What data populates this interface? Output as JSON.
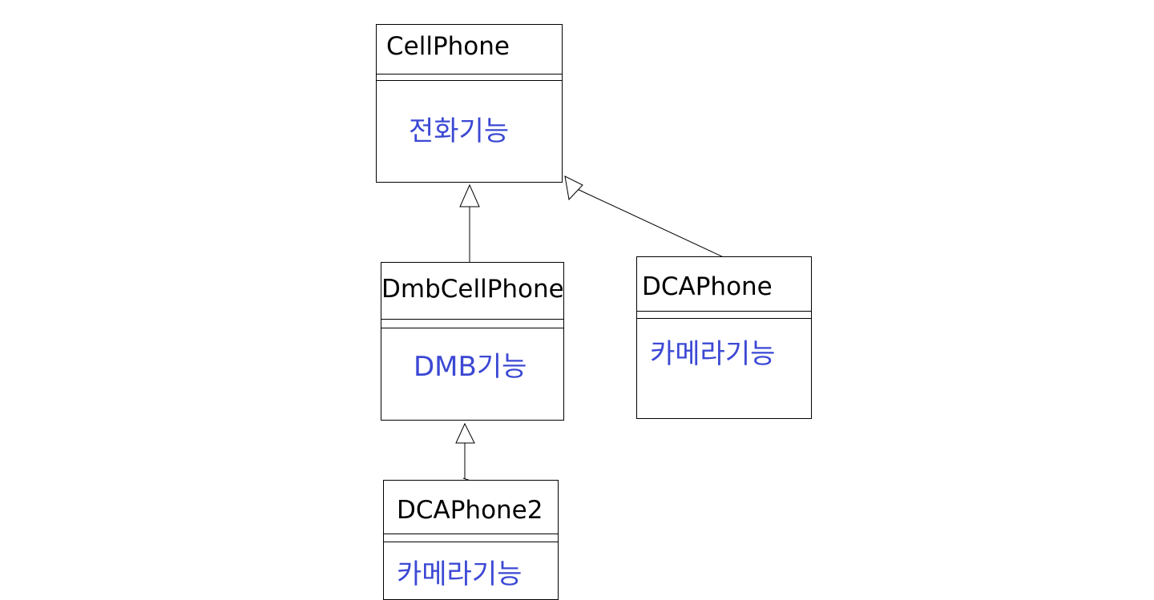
{
  "colors": {
    "line": "#000000",
    "feature_text": "#3b48d4",
    "class_text": "#000000",
    "background": "#ffffff"
  },
  "classes": {
    "cellphone": {
      "name": "CellPhone",
      "feature": "전화기능"
    },
    "dmbcellphone": {
      "name": "DmbCellPhone",
      "feature": "DMB기능"
    },
    "dcaphone": {
      "name": "DCAPhone",
      "feature": "카메라기능"
    },
    "dcaphone2": {
      "name": "DCAPhone2",
      "feature": "카메라기능"
    }
  }
}
